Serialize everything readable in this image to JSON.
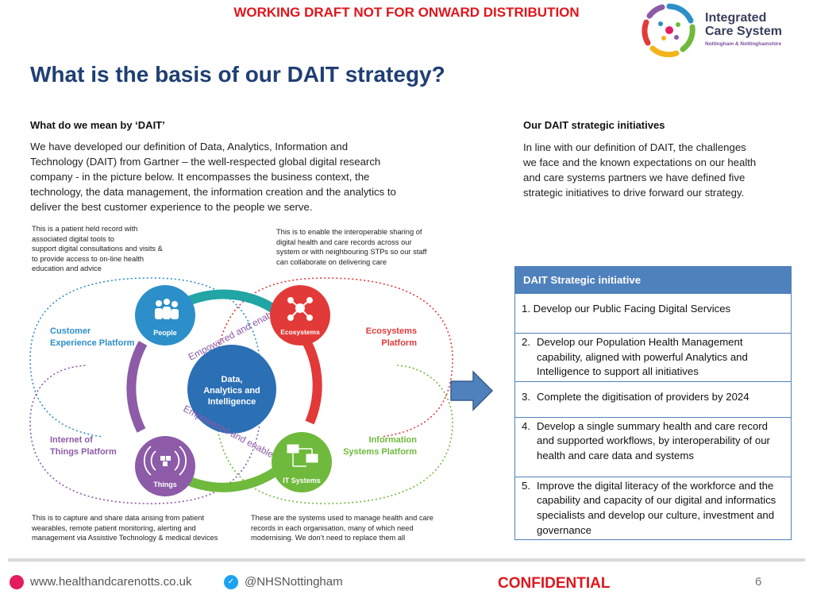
{
  "banner": "WORKING DRAFT NOT FOR ONWARD DISTRIBUTION",
  "logo": {
    "title_line1": "Integrated",
    "title_line2": "Care System",
    "subtitle": "Nottingham & Nottinghamshire"
  },
  "title": "What is the basis of our DAIT strategy?",
  "left": {
    "heading": "What do we mean by ‘DAIT’",
    "lines": [
      "We have developed our definition of Data, Analytics, Information and",
      "Technology (DAIT) from Gartner – the well-respected global digital research",
      "company - in the picture below. It encompasses the business context, the",
      "technology, the data management, the information creation and the analytics to",
      "deliver the best customer experience to the people we serve."
    ]
  },
  "right": {
    "heading": "Our DAIT strategic initiatives",
    "lines": [
      "In line with our definition of DAIT, the challenges",
      "we face and the known expectations on our health",
      "and care systems partners we have defined five",
      "strategic initiatives to drive forward our strategy."
    ]
  },
  "diagram": {
    "note_top_left": [
      "This is a patient held record with",
      "associated digital tools to",
      "support digital consultations and visits &",
      "to provide access to on-line health",
      "education and advice"
    ],
    "note_top_right": [
      "This is to enable the interoperable sharing of",
      "digital health and care records across our",
      "system or with neighbouring  STPs so our staff",
      "can collaborate on delivering care"
    ],
    "note_bottom_left": [
      "This is to capture and share data arising from patient",
      "wearables, remote patient monitoring, alerting and",
      "management via Assistive Technology & medical devices"
    ],
    "note_bottom_right": [
      "These are the systems used to manage health and care",
      "records in each organisation, many of which need",
      "modernising.  We don’t need to replace them all"
    ],
    "customer_platform": [
      "Customer",
      "Experience Platform"
    ],
    "ecosystems_platform": [
      "Ecosystems",
      "Platform"
    ],
    "iot_platform": [
      "Internet of",
      "Things Platform"
    ],
    "info_platform": [
      "Information",
      "Systems Platform"
    ],
    "node_people": "People",
    "node_ecosystems": "Ecosystems",
    "node_things": "Things",
    "node_it": "IT Systems",
    "centre": [
      "Data,",
      "Analytics and",
      "Intelligence"
    ],
    "arc_top": "Empowered and enabled people",
    "arc_bottom": "Empowered and enabled people",
    "colors": {
      "people": "#2c8fc9",
      "ecosystems": "#e23a39",
      "things": "#8d5ba8",
      "it": "#6fb93c",
      "centre": "#2b6fb5",
      "teal": "#21a5a5"
    }
  },
  "table": {
    "header": "DAIT Strategic initiative",
    "rows": [
      {
        "num": "1.",
        "text": "Develop our Public Facing Digital Services"
      },
      {
        "num": "2.",
        "text": "Develop our Population Health Management capability, aligned with powerful Analytics and Intelligence to support all initiatives"
      },
      {
        "num": "3.",
        "text": "Complete the digitisation of providers by 2024"
      },
      {
        "num": "4.",
        "text": "Develop a single summary health and care record and supported workflows, by interoperability of our health and care data and systems"
      },
      {
        "num": "5.",
        "text": "Improve the digital literacy of the workforce and the capability and capacity of our digital and informatics specialists and develop our culture, investment and governance"
      }
    ]
  },
  "footer": {
    "website": "www.healthandcarenotts.co.uk",
    "twitter": "@NHSNottingham",
    "confidential": "CONFIDENTIAL",
    "page": "6"
  }
}
